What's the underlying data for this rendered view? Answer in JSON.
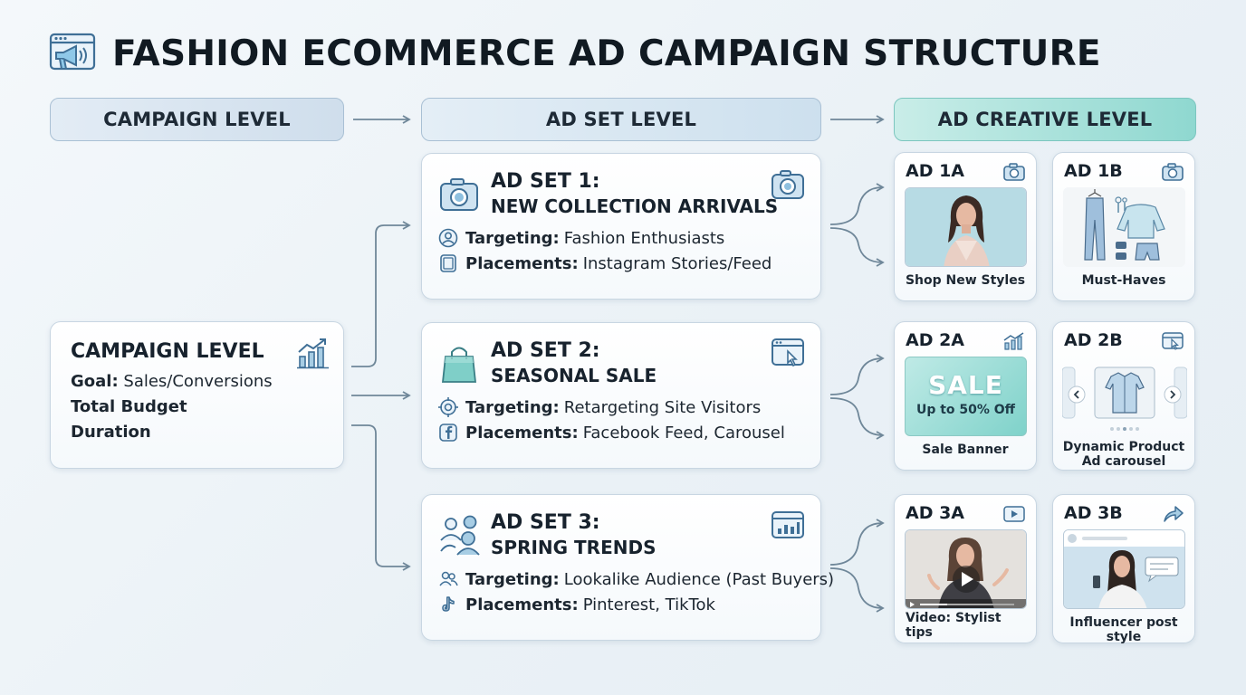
{
  "title": "FASHION ECOMMERCE AD CAMPAIGN STRUCTURE",
  "headers": {
    "campaign": "CAMPAIGN LEVEL",
    "adset": "AD SET LEVEL",
    "creative": "AD CREATIVE LEVEL"
  },
  "campaign": {
    "title": "CAMPAIGN LEVEL",
    "goal_label": "Goal:",
    "goal_value": "Sales/Conversions",
    "budget": "Total Budget",
    "duration": "Duration"
  },
  "adsets": [
    {
      "line1": "AD SET 1:",
      "line2": "NEW COLLECTION ARRIVALS",
      "targeting_label": "Targeting:",
      "targeting": "Fashion Enthusiasts",
      "placements_label": "Placements:",
      "placements": "Instagram Stories/Feed"
    },
    {
      "line1": "AD SET 2:",
      "line2": "SEASONAL SALE",
      "targeting_label": "Targeting:",
      "targeting": "Retargeting Site Visitors",
      "placements_label": "Placements:",
      "placements": "Facebook Feed, Carousel"
    },
    {
      "line1": "AD SET 3:",
      "line2": "SPRING TRENDS",
      "targeting_label": "Targeting:",
      "targeting": "Lookalike Audience (Past Buyers)",
      "placements_label": "Placements:",
      "placements": "Pinterest, TikTok"
    }
  ],
  "ads": [
    {
      "label": "AD 1A",
      "caption": "Shop New Styles",
      "icon": "camera-icon"
    },
    {
      "label": "AD 1B",
      "caption": "Must-Haves",
      "icon": "camera-icon"
    },
    {
      "label": "AD 2A",
      "caption": "Sale Banner",
      "icon": "chart-icon",
      "banner_title": "SALE",
      "banner_sub": "Up to 50% Off"
    },
    {
      "label": "AD 2B",
      "caption": "Dynamic Product Ad carousel",
      "icon": "browser-click-icon"
    },
    {
      "label": "AD 3A",
      "caption": "Video: Stylist tips",
      "icon": "play-icon"
    },
    {
      "label": "AD 3B",
      "caption": "Influencer post style",
      "icon": "share-arrow-icon"
    }
  ],
  "colors": {
    "accent_teal": "#8fd8d0",
    "header_blue": "#cfdeec",
    "connector": "#6f8799",
    "icon_blue": "#5d86a8"
  }
}
